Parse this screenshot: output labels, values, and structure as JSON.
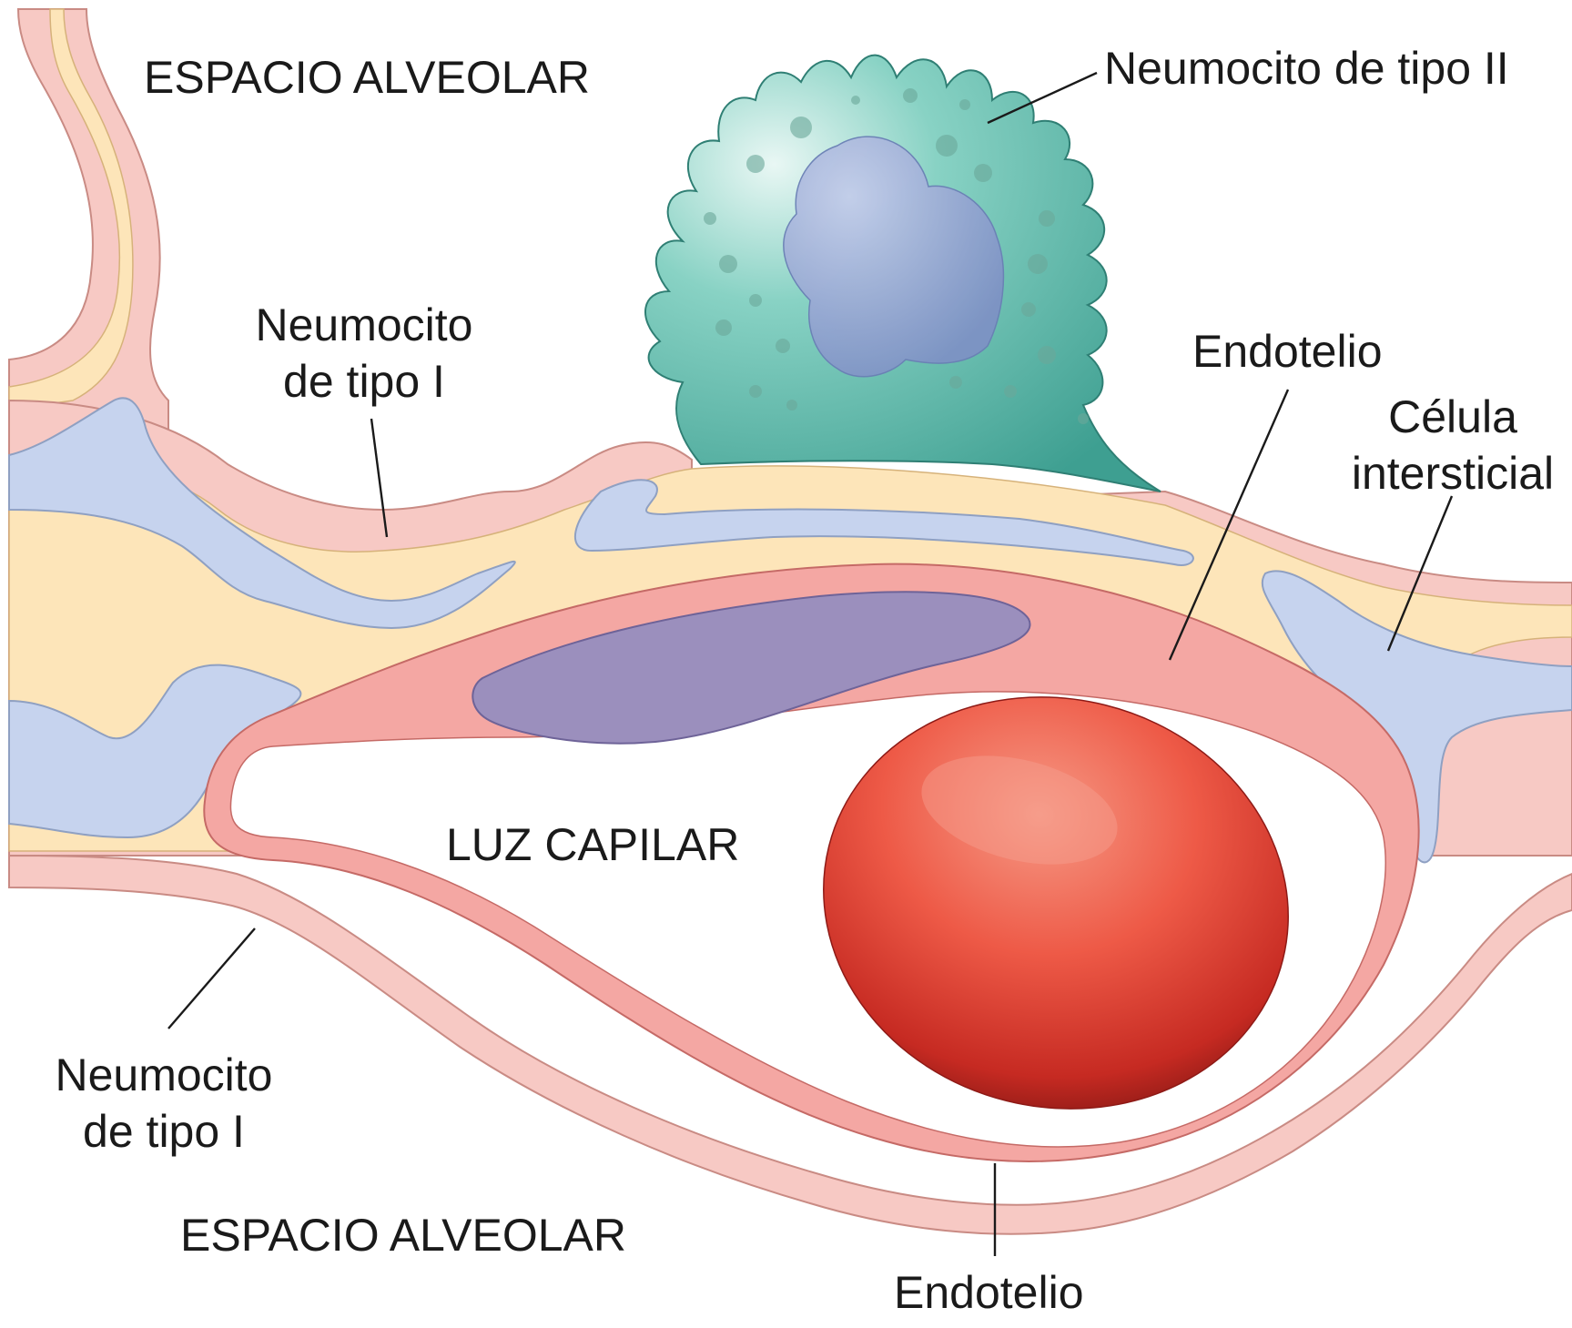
{
  "labels": {
    "alveolar_space_top": "ESPACIO ALVEOLAR",
    "alveolar_space_bottom": "ESPACIO ALVEOLAR",
    "capillary_lumen": "LUZ CAPILAR",
    "type2_pneumocyte": "Neumocito de tipo II",
    "type1_pneumocyte_top": {
      "line1": "Neumocito",
      "line2": "de tipo I"
    },
    "type1_pneumocyte_bottom": {
      "line1": "Neumocito",
      "line2": "de tipo I"
    },
    "endothelium_top": "Endotelio",
    "endothelium_bottom": "Endotelio",
    "interstitial_cell": {
      "line1": "Célula",
      "line2": "intersticial"
    }
  },
  "colors": {
    "epithelium_pink": "#f7c9c4",
    "interstitium_cream": "#fde5b9",
    "interstitial_blue": "#c6d3ee",
    "endothelium_pink": "#f4a7a3",
    "endothelial_nucleus": "#9b8fbd",
    "type2_cell_teal": "#7ccbbd",
    "type2_nucleus": "#8b9fd0",
    "red_blood_cell": "#e8453a"
  }
}
